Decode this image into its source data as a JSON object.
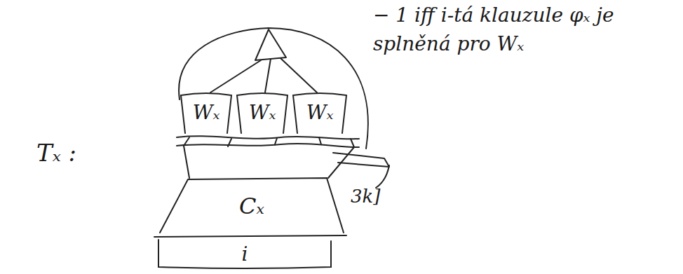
{
  "diagram": {
    "nodes": [
      {
        "text": [
          "Wₓ"
        ]
      },
      {
        "text": [
          "Wₓ"
        ]
      },
      {
        "text": [
          "Wₓ"
        ]
      },
      {
        "text": [
          "Cₓ"
        ]
      },
      {
        "text": [
          "i"
        ]
      }
    ],
    "labels": [
      "− 1 iff i-tá klauzule φₓ je splněná pro Wₓ",
      "Tₓ :",
      "3k]"
    ]
  }
}
